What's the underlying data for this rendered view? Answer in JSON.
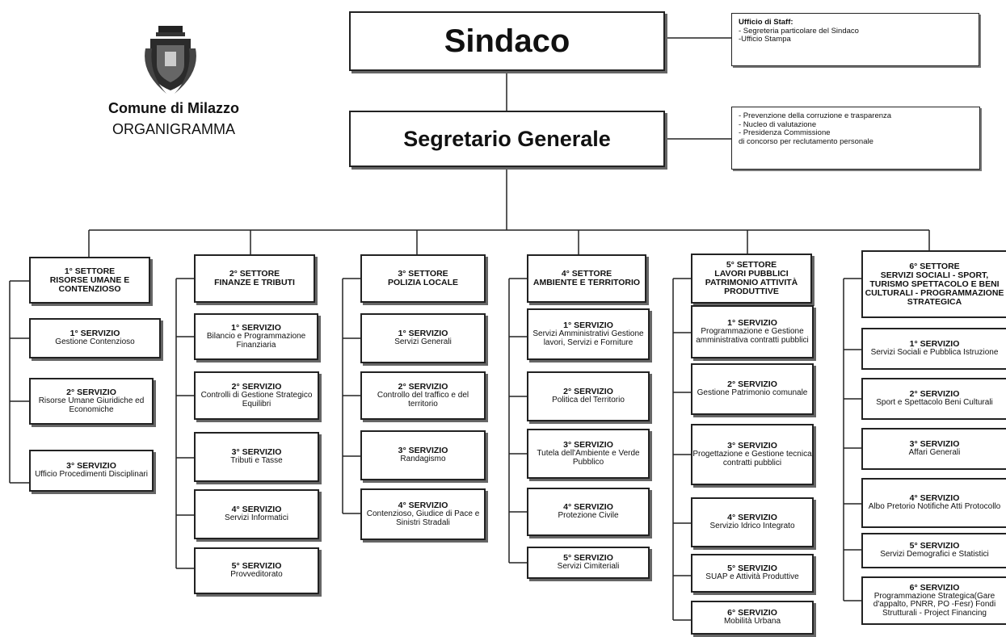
{
  "logo": {
    "emblem": "coat-of-arms-icon",
    "name": "Comune di Milazzo",
    "subtitle": "ORGANIGRAMMA"
  },
  "top": {
    "sindaco": "Sindaco",
    "segretario": "Segretario Generale"
  },
  "staff_sindaco": {
    "title": "Ufficio di Staff:",
    "line1": "- Segreteria particolare del Sindaco",
    "line2": "-Ufficio Stampa"
  },
  "staff_segretario": {
    "line1": "- Prevenzione della corruzione e trasparenza",
    "line2": "- Nucleo di valutazione",
    "line3": "- Presidenza Commissione",
    "line4": "di concorso per reclutamento personale"
  },
  "sectors": [
    {
      "num": "1° SETTORE",
      "name": "RISORSE UMANE E CONTENZIOSO",
      "services": [
        {
          "num": "1° SERVIZIO",
          "name": "Gestione Contenzioso"
        },
        {
          "num": "2° SERVIZIO",
          "name": "Risorse Umane Giuridiche ed Economiche"
        },
        {
          "num": "3° SERVIZIO",
          "name": "Ufficio Procedimenti Disciplinari"
        }
      ]
    },
    {
      "num": "2° SETTORE",
      "name": "FINANZE E TRIBUTI",
      "services": [
        {
          "num": "1° SERVIZIO",
          "name": "Bilancio e Programmazione Finanziaria"
        },
        {
          "num": "2° SERVIZIO",
          "name": "Controlli di Gestione Strategico Equilibri"
        },
        {
          "num": "3° SERVIZIO",
          "name": "Tributi e Tasse"
        },
        {
          "num": "4° SERVIZIO",
          "name": "Servizi Informatici"
        },
        {
          "num": "5° SERVIZIO",
          "name": "Provveditorato"
        }
      ]
    },
    {
      "num": "3° SETTORE",
      "name": "POLIZIA LOCALE",
      "services": [
        {
          "num": "1° SERVIZIO",
          "name": "Servizi Generali"
        },
        {
          "num": "2° SERVIZIO",
          "name": "Controllo del traffico e del territorio"
        },
        {
          "num": "3° SERVIZIO",
          "name": "Randagismo"
        },
        {
          "num": "4° SERVIZIO",
          "name": "Contenzioso, Giudice di Pace e Sinistri Stradali"
        }
      ]
    },
    {
      "num": "4° SETTORE",
      "name": "AMBIENTE E TERRITORIO",
      "services": [
        {
          "num": "1° SERVIZIO",
          "name": "Servizi Amministrativi Gestione lavori, Servizi e Forniture"
        },
        {
          "num": "2° SERVIZIO",
          "name": "Politica del Territorio"
        },
        {
          "num": "3° SERVIZIO",
          "name": "Tutela dell'Ambiente e Verde Pubblico"
        },
        {
          "num": "4° SERVIZIO",
          "name": "Protezione Civile"
        },
        {
          "num": "5° SERVIZIO",
          "name": "Servizi Cimiteriali"
        }
      ]
    },
    {
      "num": "5° SETTORE",
      "name": "LAVORI PUBBLICI PATRIMONIO ATTIVITÀ PRODUTTIVE",
      "services": [
        {
          "num": "1° SERVIZIO",
          "name": "Programmazione e Gestione amministrativa contratti pubblici"
        },
        {
          "num": "2° SERVIZIO",
          "name": "Gestione Patrimonio comunale"
        },
        {
          "num": "3° SERVIZIO",
          "name": "Progettazione e Gestione tecnica contratti pubblici"
        },
        {
          "num": "4° SERVIZIO",
          "name": "Servizio Idrico Integrato"
        },
        {
          "num": "5° SERVIZIO",
          "name": "SUAP e Attività Produttive"
        },
        {
          "num": "6° SERVIZIO",
          "name": "Mobilità Urbana"
        }
      ]
    },
    {
      "num": "6° SETTORE",
      "name": "SERVIZI SOCIALI - SPORT, TURISMO SPETTACOLO E BENI CULTURALI - PROGRAMMAZIONE STRATEGICA",
      "services": [
        {
          "num": "1° SERVIZIO",
          "name": "Servizi Sociali e Pubblica Istruzione"
        },
        {
          "num": "2° SERVIZIO",
          "name": "Sport e Spettacolo Beni Culturali"
        },
        {
          "num": "3° SERVIZIO",
          "name": "Affari Generali"
        },
        {
          "num": "4° SERVIZIO",
          "name": "Albo Pretorio Notifiche Atti Protocollo"
        },
        {
          "num": "5° SERVIZIO",
          "name": "Servizi Demografici e Statistici"
        },
        {
          "num": "6° SERVIZIO",
          "name": "Programmazione Strategica(Gare d'appalto, PNRR, PO -Fesr) Fondi Strutturali - Project Financing"
        }
      ]
    }
  ]
}
